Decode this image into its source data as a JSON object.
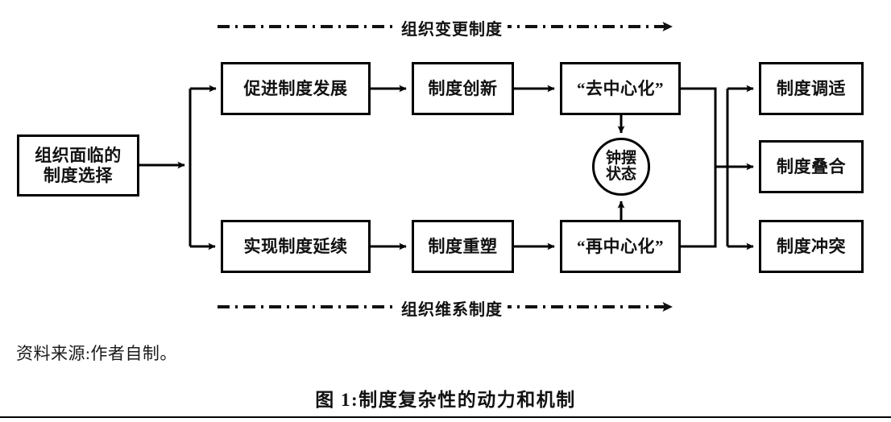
{
  "figure": {
    "source_note": "资料来源:作者自制。",
    "caption": "图 1:制度复杂性的动力和机制"
  },
  "flow_labels": {
    "top": "组织变更制度",
    "bottom": "组织维系制度"
  },
  "nodes": {
    "origin": "组织面临的\n制度选择",
    "top_branch": "促进制度发展",
    "top_second": "制度创新",
    "top_third": "“去中心化”",
    "pendulum": "钟摆\n状态",
    "bottom_branch": "实现制度延续",
    "bottom_second": "制度重塑",
    "bottom_third": "“再中心化”",
    "outcome_1": "制度调适",
    "outcome_2": "制度叠合",
    "outcome_3": "制度冲突"
  },
  "colors": {
    "stroke": "#000000",
    "background": "#ffffff",
    "text": "#111111"
  }
}
